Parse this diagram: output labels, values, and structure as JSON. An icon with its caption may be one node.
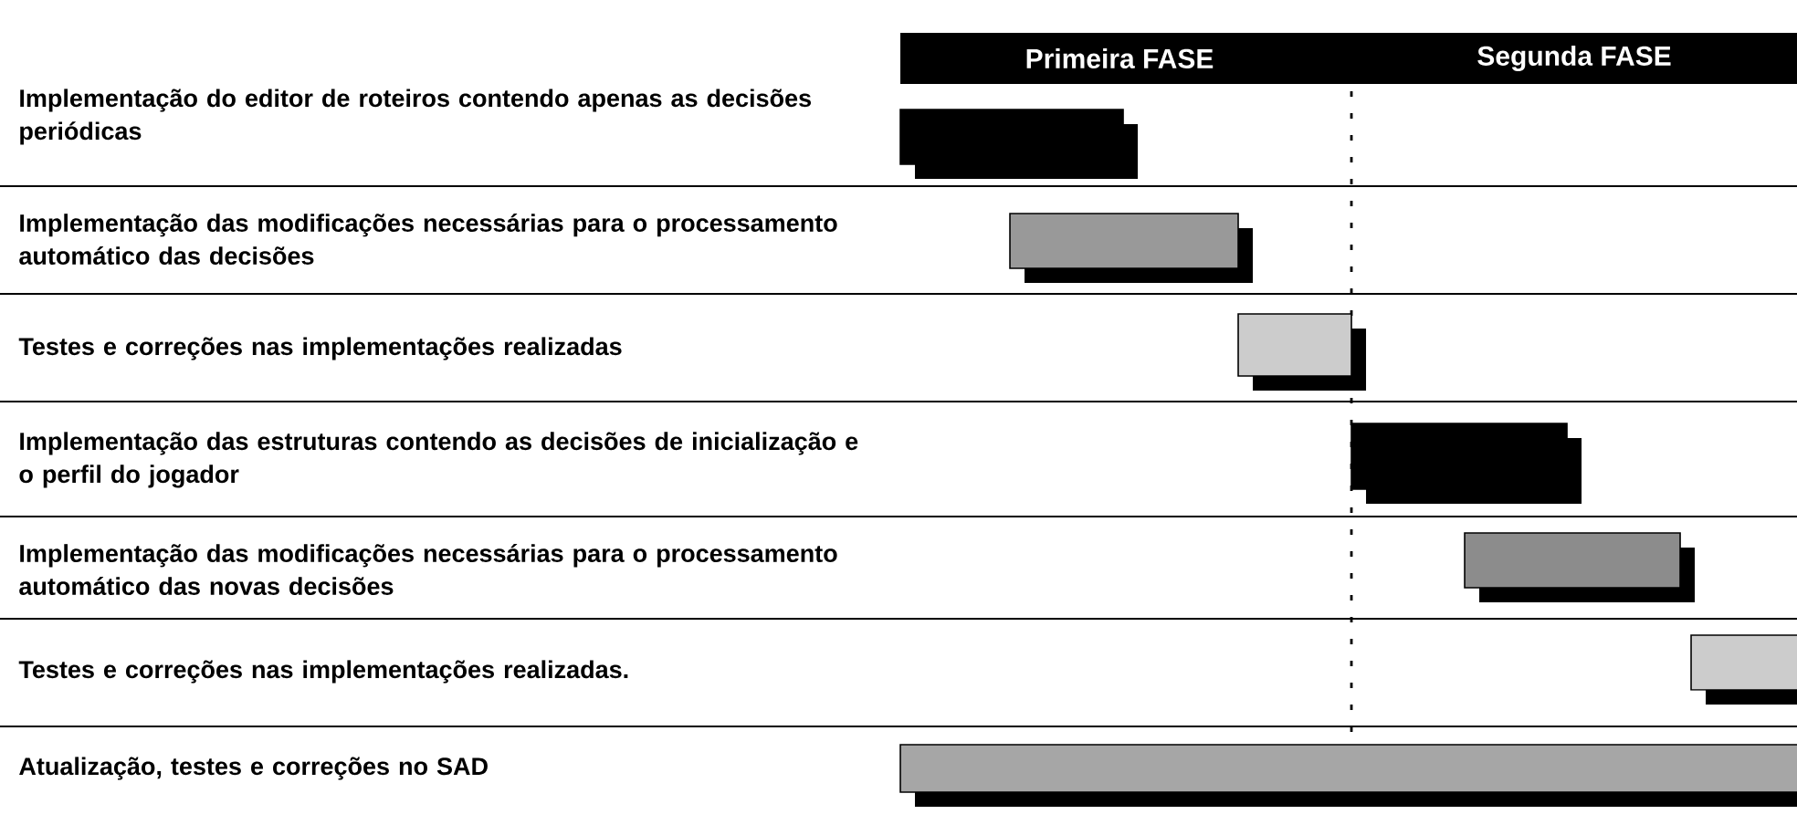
{
  "diagram": {
    "nodes": [
      {
        "text": [
          "Primeira FASE"
        ]
      },
      {
        "text": [
          "Segunda FASE"
        ]
      }
    ],
    "labels": [
      "Implementação do editor de roteiros contendo apenas as decisões periódicas",
      "Implementação das modificações necessárias para o processamento automático das decisões",
      "Testes e correções nas implementações realizadas",
      "Implementação das estruturas contendo as decisões de inicialização e o perfil do jogador",
      "Implementação das modificações necessárias para o processamento automático das novas decisões",
      "Testes e correções nas implementações realizadas.",
      "Atualização, testes e correções no SAD"
    ]
  }
}
